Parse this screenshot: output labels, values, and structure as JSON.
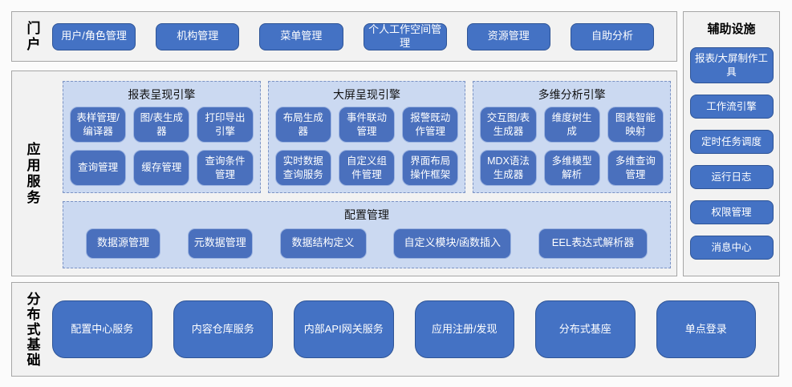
{
  "colors": {
    "page_bg": "#fbfbfb",
    "section_bg": "#f2f2f2",
    "section_border": "#a6a6a6",
    "button_fill": "#4472c4",
    "button_border": "#2e5496",
    "inner_button_fill": "#4a70bd",
    "inner_button_border": "#9db4e0",
    "group_bg": "#cbd9f1",
    "group_border": "#7b93c4",
    "button_text": "#ffffff"
  },
  "portal": {
    "label": "门户",
    "buttons": [
      "用户/角色管理",
      "机构管理",
      "菜单管理",
      "个人工作空间管理",
      "资源管理",
      "自助分析"
    ]
  },
  "app_services": {
    "label": "应用服务",
    "engines": [
      {
        "title": "报表呈现引擎",
        "buttons": [
          "表样管理/编译器",
          "图/表生成器",
          "打印导出引擎",
          "查询管理",
          "缓存管理",
          "查询条件管理"
        ]
      },
      {
        "title": "大屏呈现引擎",
        "buttons": [
          "布局生成器",
          "事件联动管理",
          "报警既动作管理",
          "实时数据查询服务",
          "自定义组件管理",
          "界面布局操作框架"
        ]
      },
      {
        "title": "多维分析引擎",
        "buttons": [
          "交互图/表生成器",
          "维度树生成",
          "图表智能映射",
          "MDX语法生成器",
          "多维模型解析",
          "多维查询管理"
        ]
      }
    ],
    "config": {
      "title": "配置管理",
      "buttons": [
        "数据源管理",
        "元数据管理",
        "数据结构定义",
        "自定义模块/函数插入",
        "EEL表达式解析器"
      ]
    }
  },
  "auxiliary": {
    "title": "辅助设施",
    "buttons": [
      "报表/大屏制作工具",
      "工作流引擎",
      "定时任务调度",
      "运行日志",
      "权限管理",
      "消息中心"
    ]
  },
  "foundation": {
    "label": "分布式基础",
    "buttons": [
      "配置中心服务",
      "内容仓库服务",
      "内部API网关服务",
      "应用注册/发现",
      "分布式基座",
      "单点登录"
    ]
  }
}
